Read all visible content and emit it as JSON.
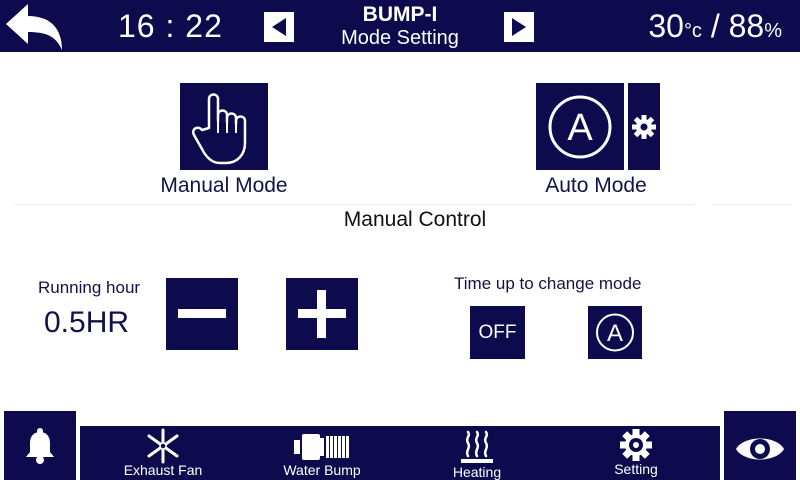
{
  "header": {
    "time": "16 : 22",
    "title": "BUMP-I",
    "subtitle": "Mode Setting",
    "temperature": "30",
    "temp_unit": "°c",
    "separator": " / ",
    "humidity": "88",
    "humidity_unit": "%"
  },
  "modes": {
    "manual_label": "Manual Mode",
    "auto_label": "Auto Mode",
    "auto_badge": "A"
  },
  "manual_control": {
    "title": "Manual Control",
    "running_hour_label": "Running hour",
    "running_hour_value": "0.5HR",
    "time_up_label": "Time up to change mode",
    "off_label": "OFF",
    "auto_badge": "A"
  },
  "bottom_nav": {
    "items": [
      {
        "label": "Exhaust Fan",
        "icon": "fan-icon"
      },
      {
        "label": "Water Bump",
        "icon": "pump-icon"
      },
      {
        "label": "Heating",
        "icon": "heating-icon"
      },
      {
        "label": "Setting",
        "icon": "gear-icon"
      }
    ]
  },
  "colors": {
    "primary": "#0d0b4e",
    "background": "#ffffff",
    "text": "#12124a"
  }
}
